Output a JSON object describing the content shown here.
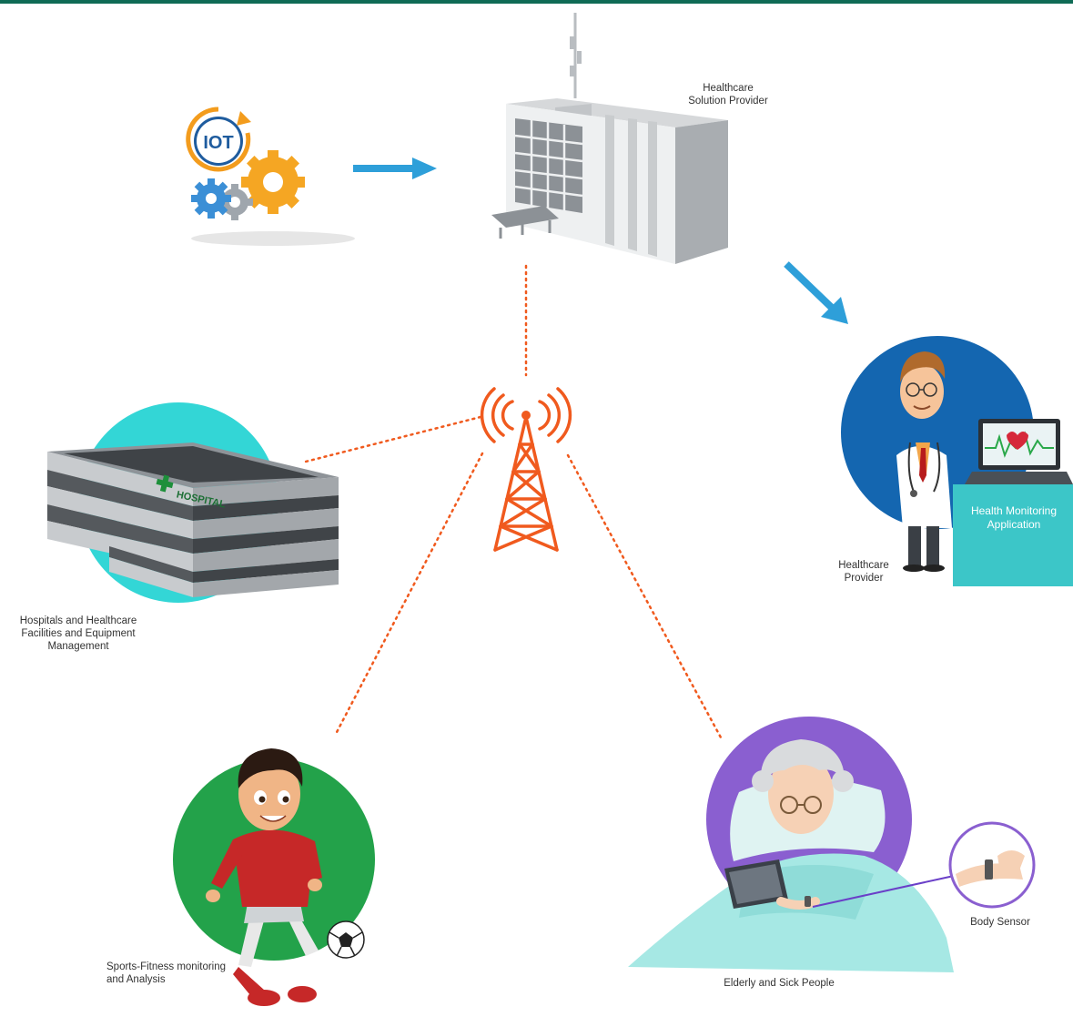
{
  "labels": {
    "provider_line1": "Healthcare",
    "provider_line2": "Solution Provider",
    "iot_badge": "IOT",
    "hospital_sign": "HOSPITAL",
    "hospitals_line1": "Hospitals and Healthcare",
    "hospitals_line2": "Facilities and Equipment",
    "hospitals_line3": "Management",
    "app_line1": "Health Monitoring",
    "app_line2": "Application",
    "doctor_line1": "Healthcare",
    "doctor_line2": "Provider",
    "sports_line1": "Sports-Fitness monitoring",
    "sports_line2": "and Analysis",
    "elderly": "Elderly and Sick People",
    "body_sensor": "Body Sensor"
  },
  "colors": {
    "top_bar": "#0f6b55",
    "arrow": "#2e9fd9",
    "signal": "#f05a1e",
    "hospital_circle": "#33d6d6",
    "doctor_circle": "#1466b0",
    "sports_circle": "#23a24a",
    "elderly_circle": "#8a5fd0",
    "app_panel": "#3cc6c8",
    "sensor_line": "#6a3fc8"
  },
  "icons": {
    "iot": "iot-gears-icon",
    "building": "office-building-icon",
    "tower": "signal-tower-icon",
    "hospital": "hospital-building-icon",
    "doctor": "doctor-icon",
    "laptop": "laptop-heartbeat-icon",
    "athlete": "football-player-icon",
    "elderly": "elderly-patient-icon",
    "sensor": "wrist-sensor-icon"
  }
}
